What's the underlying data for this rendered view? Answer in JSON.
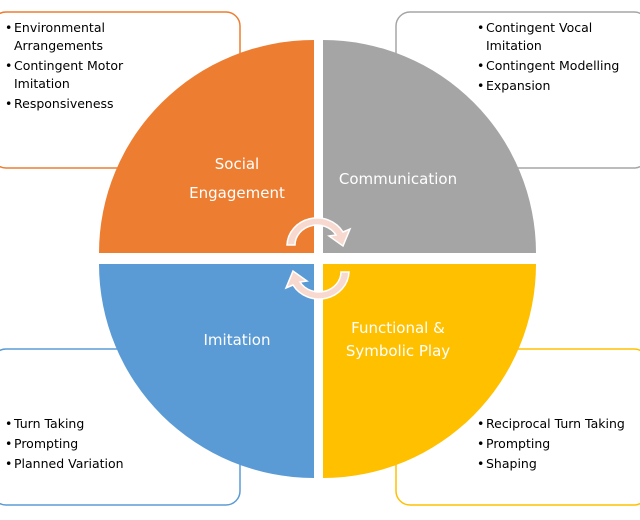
{
  "colors": {
    "social": "#ED7D31",
    "communication": "#A5A5A5",
    "imitation": "#5B9BD5",
    "play": "#FFC000",
    "arrow_fill": "#F8D9CF"
  },
  "quadrants": {
    "social": {
      "label_line1": "Social",
      "label_line2": "Engagement"
    },
    "communication": {
      "label": "Communication"
    },
    "imitation": {
      "label": "Imitation"
    },
    "play": {
      "label_line1": "Functional &",
      "label_line2": "Symbolic Play"
    }
  },
  "boxes": {
    "social": {
      "lines": [
        "Environmental",
        "Arrangements",
        "Contingent Motor",
        "Imitation",
        "Responsiveness"
      ]
    },
    "communication": {
      "lines": [
        "Contingent Vocal",
        "Imitation",
        "Contingent Modelling",
        "Expansion"
      ]
    },
    "imitation": {
      "lines": [
        "Turn Taking",
        "Prompting",
        "Planned Variation"
      ]
    },
    "play": {
      "lines": [
        "Reciprocal Turn Taking",
        "Prompting",
        "Shaping"
      ]
    }
  },
  "bullet": "•"
}
